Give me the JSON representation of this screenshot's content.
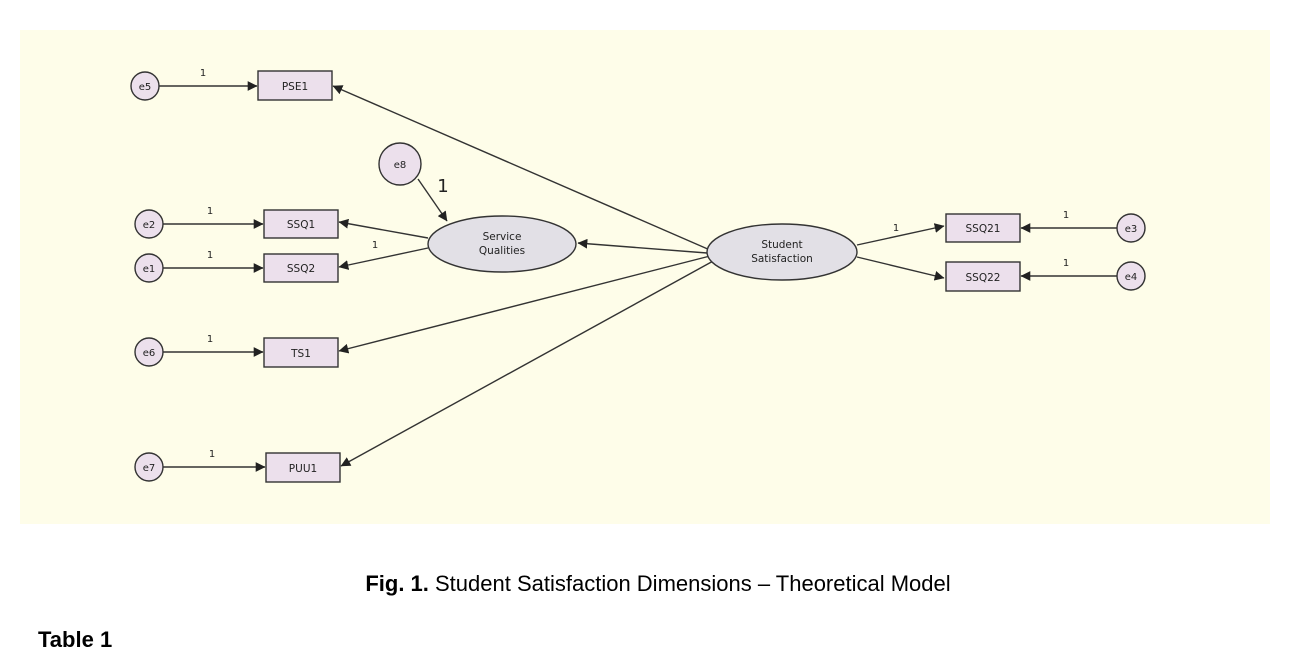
{
  "diagram": {
    "background": "#fefde9",
    "node_fill": "#ece0ec",
    "latent_fill": "#e2e0e6",
    "latent": [
      {
        "id": "service",
        "lines": [
          "Service",
          "Qualities"
        ]
      },
      {
        "id": "student",
        "lines": [
          "Student",
          "Satisfaction"
        ]
      }
    ],
    "observed": [
      {
        "id": "pse1",
        "label": "PSE1"
      },
      {
        "id": "ssq1",
        "label": "SSQ1"
      },
      {
        "id": "ssq2",
        "label": "SSQ2"
      },
      {
        "id": "ts1",
        "label": "TS1"
      },
      {
        "id": "puu1",
        "label": "PUU1"
      },
      {
        "id": "ssq21",
        "label": "SSQ21"
      },
      {
        "id": "ssq22",
        "label": "SSQ22"
      }
    ],
    "errors": [
      {
        "id": "e5",
        "label": "e5"
      },
      {
        "id": "e2",
        "label": "e2"
      },
      {
        "id": "e1",
        "label": "e1"
      },
      {
        "id": "e6",
        "label": "e6"
      },
      {
        "id": "e7",
        "label": "e7"
      },
      {
        "id": "e3",
        "label": "e3"
      },
      {
        "id": "e4",
        "label": "e4"
      },
      {
        "id": "e8",
        "label": "e8"
      }
    ],
    "weights": [
      {
        "id": "w-e5",
        "label": "1"
      },
      {
        "id": "w-e2",
        "label": "1"
      },
      {
        "id": "w-e1",
        "label": "1"
      },
      {
        "id": "w-e6",
        "label": "1"
      },
      {
        "id": "w-e7",
        "label": "1"
      },
      {
        "id": "w-e3",
        "label": "1"
      },
      {
        "id": "w-e4",
        "label": "1"
      },
      {
        "id": "w-e8",
        "label": "1"
      },
      {
        "id": "w-ssq2",
        "label": "1"
      },
      {
        "id": "w-ssq21",
        "label": "1"
      }
    ]
  },
  "caption": {
    "prefix": "Fig. 1.",
    "text": " Student Satisfaction Dimensions – Theoretical Model"
  },
  "next_heading": "Table 1"
}
